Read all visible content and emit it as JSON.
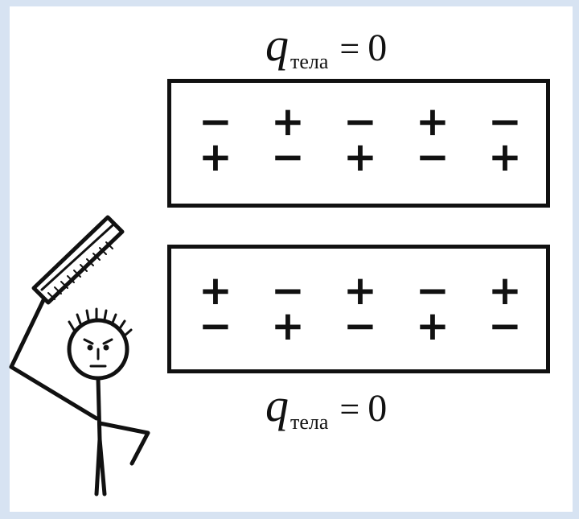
{
  "top_label": {
    "symbol": "q",
    "subscript": "тела",
    "equals": "=",
    "value": "0"
  },
  "bottom_label": {
    "symbol": "q",
    "subscript": "тела",
    "equals": "=",
    "value": "0"
  },
  "top_box": {
    "pairs": [
      {
        "upper": "−",
        "lower": "+"
      },
      {
        "upper": "+",
        "lower": "−"
      },
      {
        "upper": "−",
        "lower": "+"
      },
      {
        "upper": "+",
        "lower": "−"
      },
      {
        "upper": "−",
        "lower": "+"
      }
    ]
  },
  "bottom_box": {
    "pairs": [
      {
        "upper": "+",
        "lower": "−"
      },
      {
        "upper": "−",
        "lower": "+"
      },
      {
        "upper": "+",
        "lower": "−"
      },
      {
        "upper": "−",
        "lower": "+"
      },
      {
        "upper": "+",
        "lower": "−"
      }
    ]
  }
}
